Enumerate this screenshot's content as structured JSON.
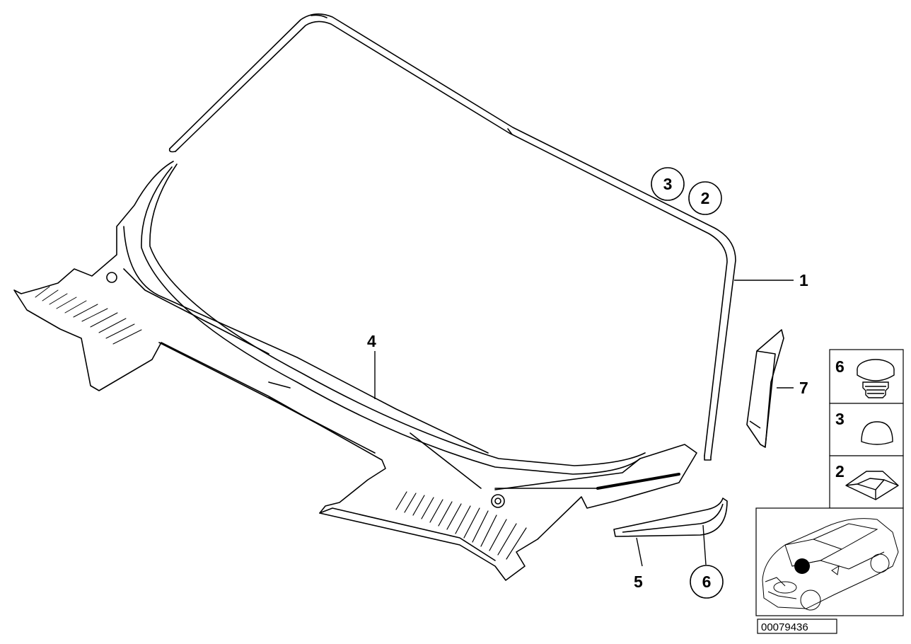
{
  "callouts": {
    "c1": "1",
    "c4": "4",
    "c5": "5",
    "c7": "7",
    "circ3": "3",
    "circ2": "2",
    "circ6": "6"
  },
  "legend": {
    "box6": "6",
    "box3": "3",
    "box2": "2"
  },
  "diagram_number": "00079436",
  "icons": {
    "car-icon": "car-location",
    "plug-icon": "rubber-plug",
    "dome-icon": "dome-buffer",
    "pyramid-icon": "pyramid-buffer"
  },
  "colors": {
    "ink": "#000000",
    "paper": "#ffffff"
  }
}
